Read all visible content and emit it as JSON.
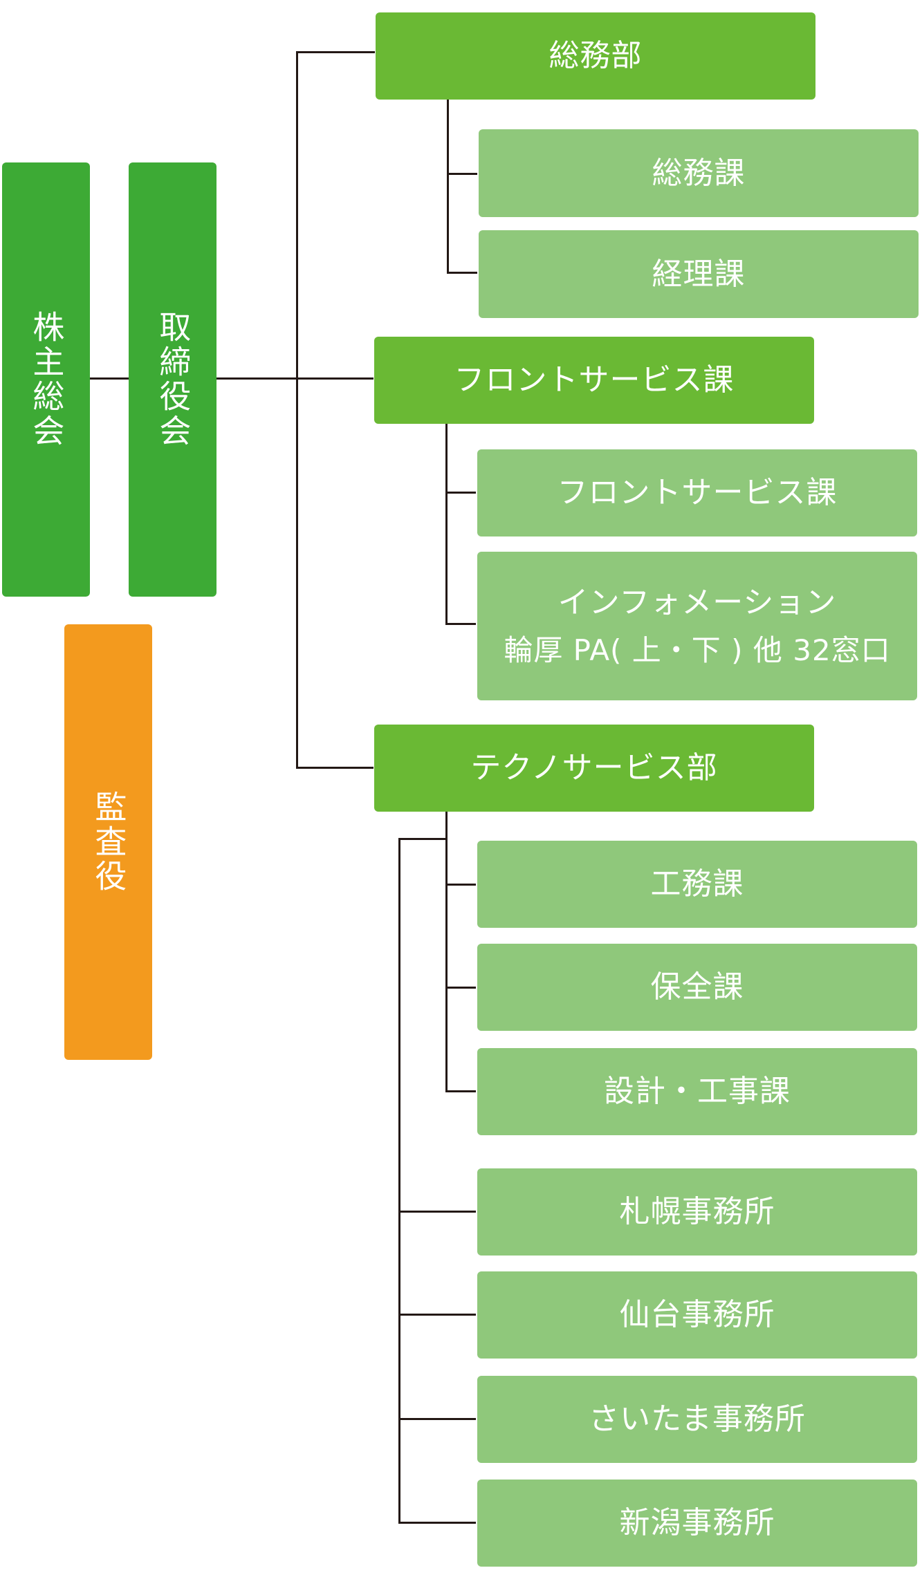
{
  "colors": {
    "board": "#3daa35",
    "department": "#6ab934",
    "section": "#8fc87b",
    "auditor": "#f39a1e",
    "line": "#231815"
  },
  "top": {
    "shareholders": "株主総会",
    "board": "取締役会",
    "auditor": "監査役"
  },
  "departments": [
    {
      "label": "総務部",
      "sections": [
        "総務課",
        "経理課"
      ]
    },
    {
      "label": "フロントサービス課",
      "sections": [
        "フロントサービス課"
      ],
      "multi_section": {
        "line1": "インフォメーション",
        "line2": "輪厚 PA( 上・下 ) 他 32窓口"
      }
    },
    {
      "label": "テクノサービス部",
      "sections": [
        "工務課",
        "保全課",
        "設計・工事課"
      ],
      "offices": [
        "札幌事務所",
        "仙台事務所",
        "さいたま事務所",
        "新潟事務所"
      ]
    }
  ]
}
